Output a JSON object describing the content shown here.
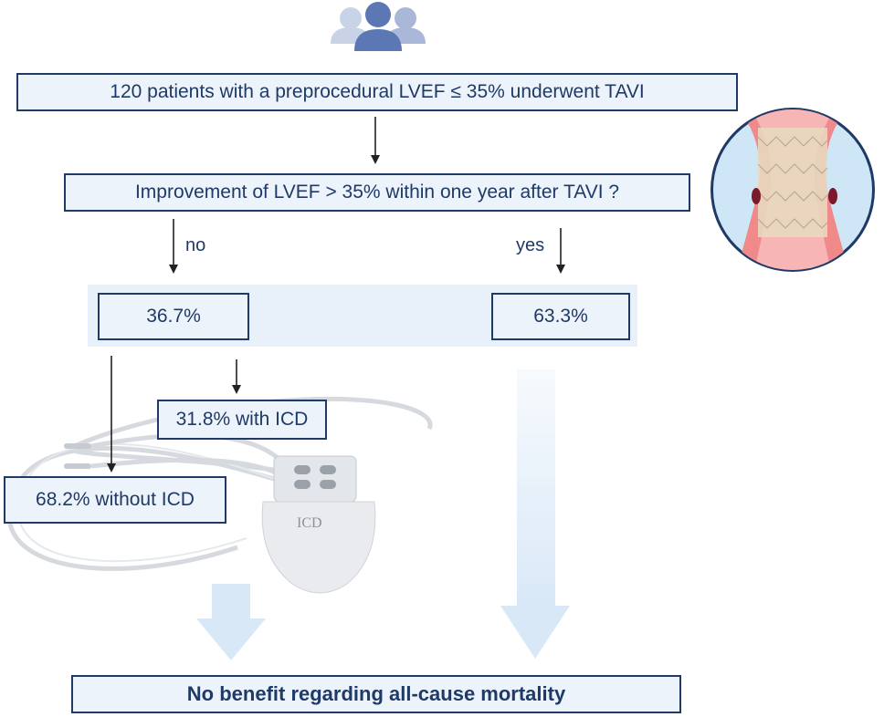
{
  "nodes": {
    "patients": "120 patients with a preprocedural LVEF ≤ 35% underwent TAVI",
    "question": "Improvement of LVEF > 35% within one year after TAVI ?",
    "no_pct": "36.7%",
    "yes_pct": "63.3%",
    "with_icd": "31.8% with ICD",
    "without_icd": "68.2% without ICD",
    "outcome": "No benefit regarding all-cause mortality"
  },
  "edges": {
    "no_label": "no",
    "yes_label": "yes"
  },
  "illustrations": {
    "people": "people-group-icon",
    "valve": "tavi-valve-illustration",
    "device": "icd-device-illustration",
    "device_text": "ICD"
  },
  "colors": {
    "text": "#1f3a66",
    "box_fill": "#edf3fb",
    "band": "#e8f0fa",
    "big_arrow": "#d9e8f7"
  }
}
